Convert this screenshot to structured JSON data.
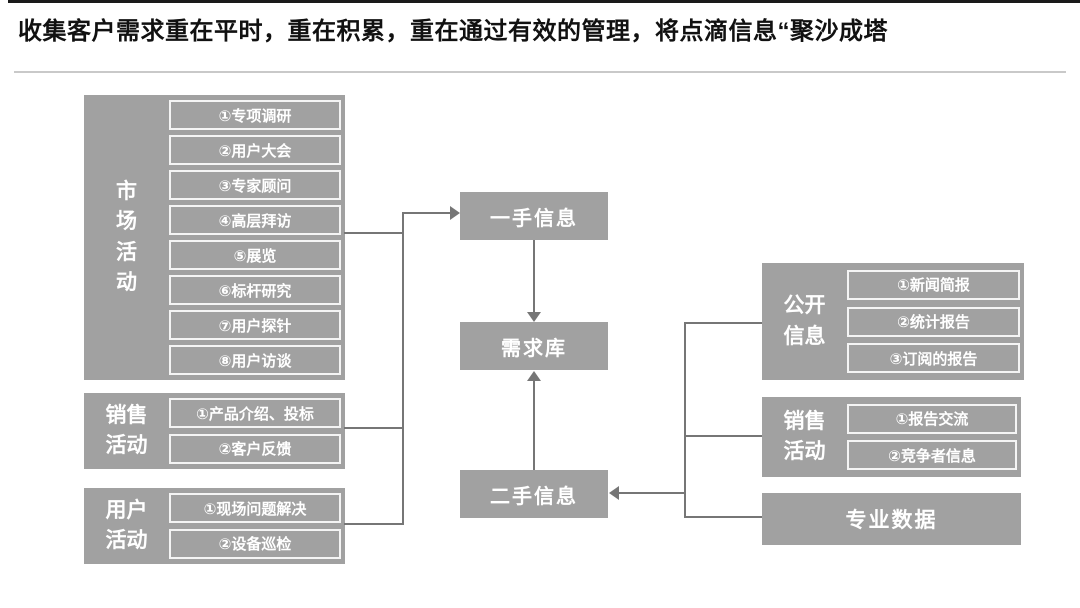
{
  "header": {
    "title": "收集客户需求重在平时，重在积累，重在通过有效的管理，将点滴信息“聚沙成塔"
  },
  "diagram": {
    "left_groups": [
      {
        "label": "市场活动",
        "items": [
          "①专项调研",
          "②用户大会",
          "③专家顾问",
          "④高层拜访",
          "⑤展览",
          "⑥标杆研究",
          "⑦用户探针",
          "⑧用户访谈"
        ]
      },
      {
        "label": "销售活动",
        "items": [
          "①产品介绍、投标",
          "②客户反馈"
        ]
      },
      {
        "label": "用户活动",
        "items": [
          "①现场问题解决",
          "②设备巡检"
        ]
      }
    ],
    "center_nodes": [
      {
        "label": "一手信息"
      },
      {
        "label": "需求库"
      },
      {
        "label": "二手信息"
      }
    ],
    "right_groups": [
      {
        "label": "公开信息",
        "items": [
          "①新闻简报",
          "②统计报告",
          "③订阅的报告"
        ]
      },
      {
        "label": "销售活动",
        "items": [
          "①报告交流",
          "②竞争者信息"
        ]
      },
      {
        "label": "专业数据",
        "items": []
      }
    ]
  },
  "colors": {
    "block_fill": "#a1a1a1",
    "connector": "#767676",
    "item_border": "#f4f4f4",
    "title_color": "#111111",
    "divider": "#c9c9c9"
  }
}
